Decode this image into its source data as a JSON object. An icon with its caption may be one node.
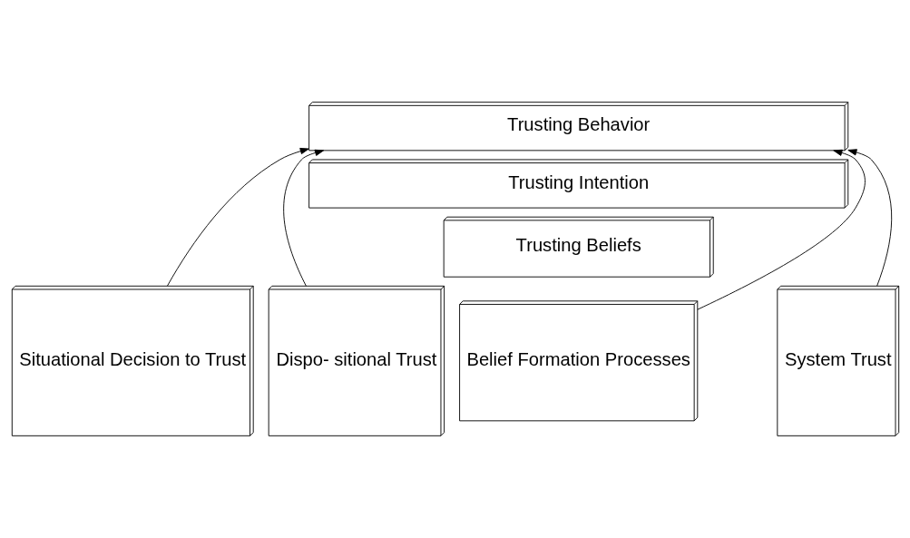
{
  "diagram": {
    "nodes": [
      {
        "text": [
          "Trusting Behavior"
        ]
      },
      {
        "text": [
          "Trusting Intention"
        ]
      },
      {
        "text": [
          "Trusting Beliefs"
        ]
      },
      {
        "text": [
          "Situational Decision to Trust"
        ]
      },
      {
        "text": [
          "Dispo- sitional Trust"
        ]
      },
      {
        "text": [
          "Belief Formation Processes"
        ]
      },
      {
        "text": [
          "System Trust"
        ]
      }
    ],
    "edges": [
      {
        "from": 3,
        "to": 0,
        "arrow": "to"
      },
      {
        "from": 4,
        "to": 0,
        "arrow": "to"
      },
      {
        "from": 5,
        "to": 0,
        "arrow": "to"
      },
      {
        "from": 6,
        "to": 0,
        "arrow": "to"
      }
    ]
  }
}
